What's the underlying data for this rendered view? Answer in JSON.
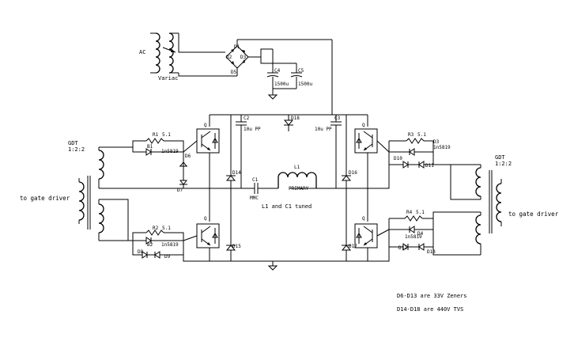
{
  "source": {
    "ac_label": "AC",
    "variac_label": "Variac"
  },
  "rectifier": {
    "d1": "D1",
    "d2": "D2",
    "d3": "D3",
    "d5": "D5",
    "c4_name": "C4",
    "c4_value": "1500u",
    "c5_name": "C5",
    "c5_value": "1500u"
  },
  "bridge": {
    "q_label": "Q",
    "c2_name": "C2",
    "c2_value": "10u PP",
    "c3_name": "C3",
    "c3_value": "10u PP",
    "d14": "D14",
    "d15": "D15",
    "d16": "D16",
    "d17": "D17",
    "d18": "D18",
    "l1_name": "L1",
    "l1_label": "PRIMARY",
    "c1_name": "C1",
    "c1_type": "MMC",
    "tuned_note": "L1 and C1 tuned"
  },
  "left_gdt": {
    "title": "GDT",
    "ratio": "1:2:2",
    "input_label": "to gate driver",
    "r1": "R1",
    "r1_value": "5.1",
    "r2": "R2",
    "r2_value": "5.1",
    "b1": "B1",
    "b2": "B2",
    "d6": "D6",
    "d7": "D7",
    "d8": "D8",
    "d9": "D9",
    "diode_part": "1n5819"
  },
  "right_gdt": {
    "title": "GDT",
    "ratio": "1:2:2",
    "input_label": "to gate driver",
    "r3": "R3",
    "r3_value": "5.1",
    "r4": "R4",
    "r4_value": "5.1",
    "d3": "D3",
    "d4": "D4",
    "d10": "D10",
    "d11": "D11",
    "d12": "D12",
    "d13": "D13",
    "diode_part": "1n5819"
  },
  "notes": {
    "zeners": "D6-D13 are 33V Zeners",
    "tvs": "D14-D18 are 440V TVS"
  }
}
